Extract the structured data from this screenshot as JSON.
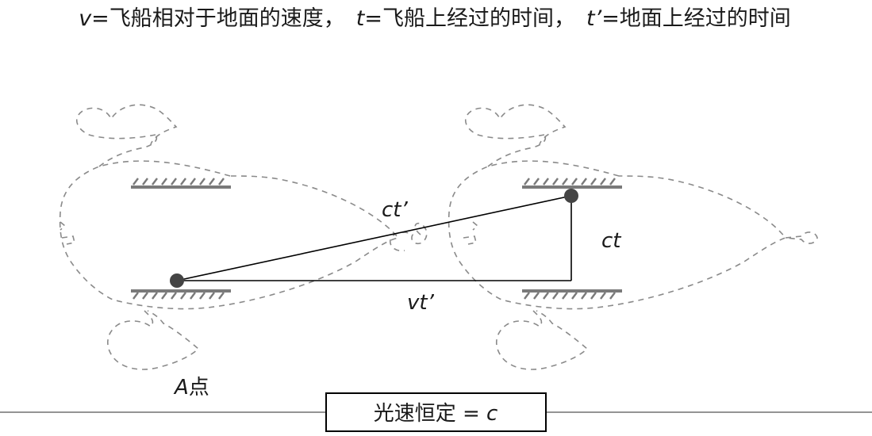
{
  "header": {
    "v_symbol": "v",
    "v_text": "=飞船相对于地面的速度，",
    "t_symbol": "t",
    "t_text": "=飞船上经过的时间，",
    "tp_symbol": "t’",
    "tp_text": "=地面上经过的时间"
  },
  "labels": {
    "ct_prime": "ct’",
    "ct": "ct",
    "vt_prime": "vt’",
    "point_a_symbol": "A",
    "point_a_text": "点"
  },
  "ground_box": {
    "prefix": "光速恒定 = ",
    "symbol": "c"
  }
}
